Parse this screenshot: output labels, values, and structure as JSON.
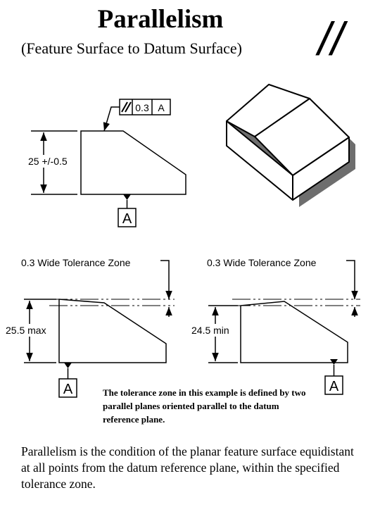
{
  "title": "Parallelism",
  "subtitle": "(Feature Surface to Datum Surface)",
  "symbol": "//",
  "callout": {
    "tolerance": "0.3",
    "datum": "A"
  },
  "dimensions": {
    "nominal": "25 +/-0.5",
    "max": "25.5 max",
    "min": "24.5 min"
  },
  "datum_label": "A",
  "zone_label": "0.3 Wide Tolerance Zone",
  "note": "The tolerance zone in this example is defined by two parallel planes oriented parallel to the datum reference plane.",
  "definition": "Parallelism is the condition of the planar feature surface equidistant at all points from the datum reference plane, within the specified tolerance zone."
}
